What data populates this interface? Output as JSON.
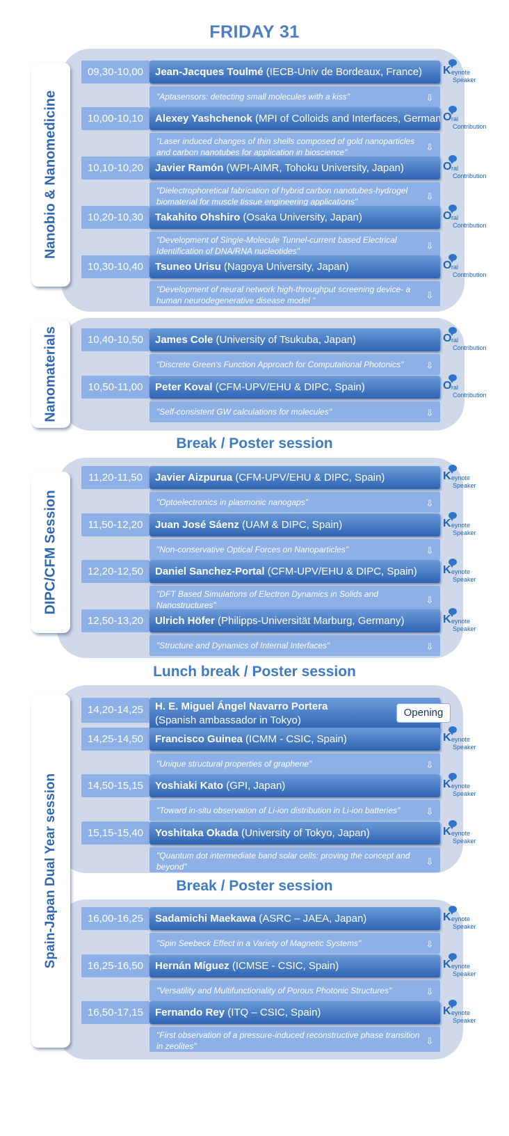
{
  "day_title": "FRIDAY 31",
  "badges": {
    "keynote": {
      "letter": "K",
      "line1": "eynote",
      "line2": "Speaker"
    },
    "oral": {
      "letter": "O",
      "line1": "ral",
      "line2": "Contribution"
    }
  },
  "sessions": [
    {
      "label": "Nanobio  & Nanomedicine"
    },
    {
      "label": "Nanomaterials"
    },
    {
      "label": "DIPC/CFM Session"
    },
    {
      "label": "Spain-Japan Dual Year session"
    }
  ],
  "breaks": [
    "Break / Poster session",
    "Lunch break / Poster session",
    "Break / Poster session"
  ],
  "opening_label": "Opening",
  "talks": [
    {
      "time": "09,30-10,00",
      "name": "Jean-Jacques Toulmé",
      "affil": " (IECB-Univ de Bordeaux, France)",
      "title": "\"Aptasensors: detecting small molecules with a kiss\"",
      "type": "keynote"
    },
    {
      "time": "10,00-10,10",
      "name": "Alexey Yashchenok",
      "affil": " (MPI of Colloids and Interfaces, Germany)",
      "title": "\"Laser induced changes of thin shells composed of gold nanoparticles and carbon nanotubes for application in bioscience\"",
      "type": "oral"
    },
    {
      "time": "10,10-10,20",
      "name": "Javier Ramón",
      "affil": " (WPI-AIMR, Tohoku University, Japan)",
      "title": "\"Dielectrophoretical fabrication of hybrid carbon nanotubes-hydrogel biomaterial for muscle tissue engineering applications\"",
      "type": "oral"
    },
    {
      "time": "10,20-10,30",
      "name": "Takahito Ohshiro",
      "affil": " (Osaka University, Japan)",
      "title": "\"Development of Single-Molecule Tunnel-current based Electrical Identification of DNA/RNA nucleotides\"",
      "type": "oral"
    },
    {
      "time": "10,30-10,40",
      "name": "Tsuneo Urisu",
      "affil": " (Nagoya University, Japan)",
      "title": "\"Development of neural network high-throughput screening device- a human neurodegenerative disease model \"",
      "type": "oral"
    },
    {
      "time": "10,40-10,50",
      "name": "James Cole",
      "affil": " (University of Tsukuba, Japan)",
      "title": "\"Discrete Green's Function Approach for Computational Photonics\"",
      "type": "oral"
    },
    {
      "time": "10,50-11,00",
      "name": "Peter Koval",
      "affil": " (CFM-UPV/EHU & DIPC, Spain)",
      "title": "\"Self-consistent GW calculations for molecules\"",
      "type": "oral"
    },
    {
      "time": "11,20-11,50",
      "name": "Javier Aizpurua",
      "affil": " (CFM-UPV/EHU & DIPC, Spain)",
      "title": "\"Optoelectronics in plasmonic nanogaps\"",
      "type": "keynote"
    },
    {
      "time": "11,50-12,20",
      "name": "Juan José Sáenz",
      "affil": " (UAM & DIPC, Spain)",
      "title": "\"Non-conservative Optical Forces on Nanoparticles\"",
      "type": "keynote"
    },
    {
      "time": "12,20-12,50",
      "name": "Daniel Sanchez-Portal",
      "affil": " (CFM-UPV/EHU & DIPC, Spain)",
      "title": "\"DFT Based Simulations of Electron Dynamics in Solids and Nanostructures\"",
      "type": "keynote"
    },
    {
      "time": "12,50-13,20",
      "name": "Ulrich Höfer",
      "affil": " (Philipps-Universität Marburg, Germany)",
      "title": "\"Structure and Dynamics of Internal Interfaces\"",
      "type": "keynote"
    },
    {
      "time": "14,20-14,25",
      "name": "H. E. Miguel Ángel Navarro Portera",
      "affil": "(Spanish ambassador in Tokyo)",
      "title": "",
      "type": "opening"
    },
    {
      "time": "14,25-14,50",
      "name": "Francisco Guinea",
      "affil": " (ICMM - CSIC, Spain)",
      "title": "\"Unique structural properties of graphene\"",
      "type": "keynote"
    },
    {
      "time": "14,50-15,15",
      "name": "Yoshiaki Kato",
      "affil": " (GPI, Japan)",
      "title": "\"Toward in-situ observation of Li-ion distribution in Li-ion batteries\"",
      "type": "keynote"
    },
    {
      "time": "15,15-15,40",
      "name": "Yoshitaka Okada",
      "affil": " (University of Tokyo, Japan)",
      "title": "\"Quantum dot intermediate band solar cells: proving the concept and beyond\"",
      "type": "keynote"
    },
    {
      "time": "16,00-16,25",
      "name": "Sadamichi Maekawa",
      "affil": " (ASRC – JAEA, Japan)",
      "title": "\"Spin Seebeck Effect in a Variety of Magnetic Systems\"",
      "type": "keynote"
    },
    {
      "time": "16,25-16,50",
      "name": "Hernán Míguez",
      "affil": " (ICMSE - CSIC, Spain)",
      "title": "\"Versatility and Multifunctionality of Porous Photonic Structures\"",
      "type": "keynote"
    },
    {
      "time": "16,50-17,15",
      "name": "Fernando Rey",
      "affil": " (ITQ – CSIC, Spain)",
      "title": "\"First observation of a pressure-induced reconstructive phase transition in zeolites\"",
      "type": "keynote"
    }
  ]
}
